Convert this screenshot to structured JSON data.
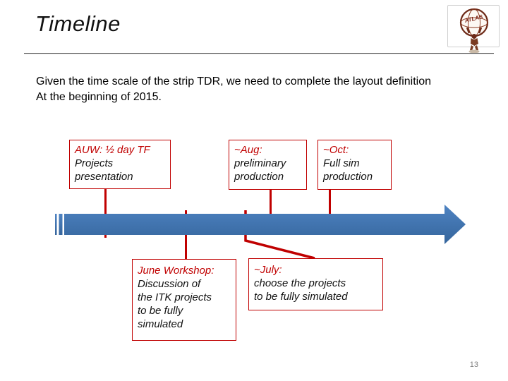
{
  "slide": {
    "title": "Timeline",
    "intro_line1": "Given the time scale of the strip TDR, we need to complete the layout definition",
    "intro_line2": "At the beginning of 2015.",
    "page_number": "13"
  },
  "logo": {
    "name": "atlas-experiment-logo",
    "text": "ATLAS"
  },
  "colors": {
    "accent_red": "#C00000",
    "arrow_blue_top": "#4E83C2",
    "arrow_blue_bottom": "#35659C",
    "divider_gray": "#555555",
    "page_number_gray": "#7F7F7F"
  },
  "timeline": {
    "above": [
      {
        "id": "auw",
        "title": "AUW: ½ day TF",
        "lines": [
          "Projects",
          "presentation"
        ]
      },
      {
        "id": "aug",
        "title": "~Aug:",
        "lines": [
          "preliminary",
          "production"
        ]
      },
      {
        "id": "oct",
        "title": "~Oct:",
        "lines": [
          "Full sim",
          "production"
        ]
      }
    ],
    "below": [
      {
        "id": "june",
        "title": "June Workshop:",
        "lines": [
          "Discussion of",
          "the ITK projects",
          "to be fully",
          "simulated"
        ]
      },
      {
        "id": "july",
        "title": "~July:",
        "lines": [
          "choose the projects",
          "to be fully simulated"
        ]
      }
    ]
  }
}
